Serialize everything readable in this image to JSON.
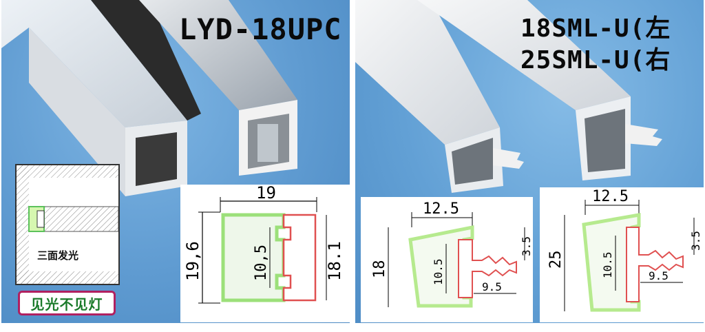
{
  "left": {
    "title": "LYD-18UPC",
    "inset_label": "三面发光",
    "badge": "见光不见灯",
    "dims": {
      "width": "19",
      "height_outer": "19,6",
      "height_inner": "10,5",
      "height_right": "18.1"
    }
  },
  "right": {
    "title_line1": "18SML-U(左",
    "title_line2": "25SML-U(右",
    "small": {
      "width": "12.5",
      "height": "18",
      "inner": "10.5",
      "fin": "9.5",
      "top": "3.5"
    },
    "large": {
      "width": "12.5",
      "height": "25",
      "inner": "10.5",
      "fin": "9.5",
      "top": "3.5"
    }
  },
  "colors": {
    "background": "#5f9bd1",
    "profile_glow": "#cdf7a0",
    "profile_red": "#e05050"
  }
}
